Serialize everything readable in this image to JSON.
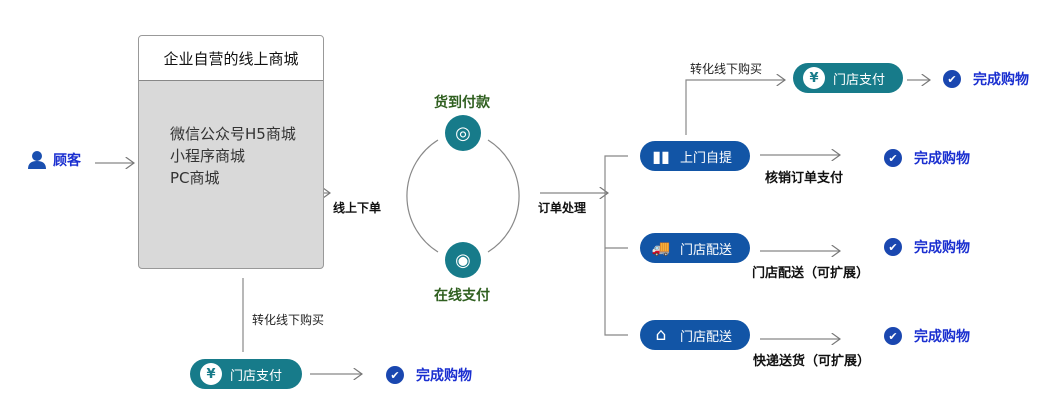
{
  "customer": {
    "label": "顾客",
    "icon": "user-icon"
  },
  "store_box": {
    "title": "企业自营的线上商城",
    "items": [
      "微信公众号H5商城",
      "小程序商城",
      "PC商城"
    ]
  },
  "flow": {
    "online_order": "线上下单",
    "order_processing": "订单处理",
    "offline_convert": "转化线下购买"
  },
  "payment": {
    "cod": "货到付款",
    "online": "在线支付"
  },
  "store_pay": {
    "label": "门店支付",
    "icon": "yen-icon"
  },
  "complete": "完成购物",
  "branches": [
    {
      "pill": "上门自提",
      "icon": "luggage-icon",
      "note": "核销订单支付"
    },
    {
      "pill": "门店配送",
      "icon": "truck-icon",
      "note": "门店配送（可扩展）"
    },
    {
      "pill": "门店配送",
      "icon": "home-icon",
      "note": "快递送货（可扩展）"
    }
  ],
  "colors": {
    "teal": "#177b8a",
    "blue": "#1255a6",
    "complete_text": "#1a2fd0",
    "green": "#2f5f1f"
  }
}
